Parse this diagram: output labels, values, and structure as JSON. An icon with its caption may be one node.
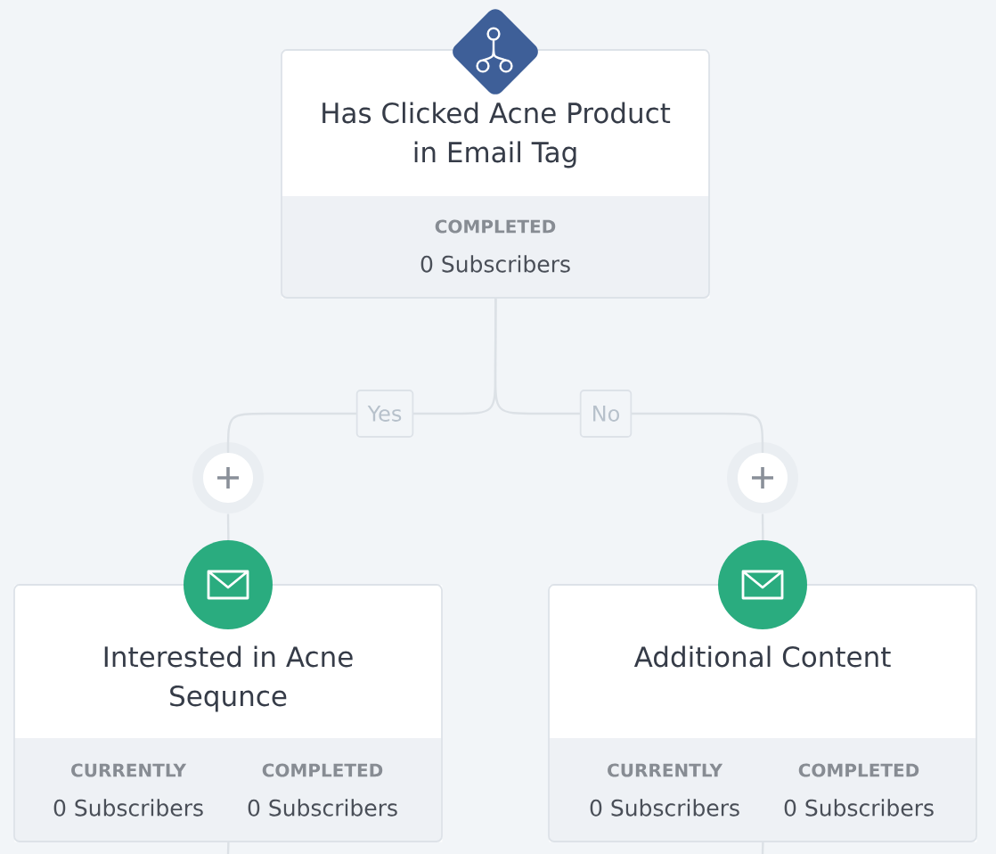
{
  "diagram": {
    "nodes": [
      {
        "text": [
          "Has Clicked Acne Product in Email Tag",
          "COMPLETED",
          "0 Subscribers"
        ]
      },
      {
        "text": [],
        "shape": "circle"
      },
      {
        "text": [],
        "shape": "circle"
      },
      {
        "text": [
          "Interested in Acne Sequnce",
          "CURRENTLY",
          "0 Subscribers",
          "COMPLETED",
          "0 Subscribers"
        ]
      },
      {
        "text": [
          "Additional Content",
          "CURRENTLY",
          "0 Subscribers",
          "COMPLETED",
          "0 Subscribers"
        ]
      }
    ],
    "edges": [
      {
        "from": 0,
        "to": 1,
        "arrow": "none",
        "label": "Yes"
      },
      {
        "from": 0,
        "to": 2,
        "arrow": "none",
        "label": "No"
      },
      {
        "from": 1,
        "to": 3,
        "arrow": "none"
      },
      {
        "from": 2,
        "to": 4,
        "arrow": "none"
      },
      {
        "from": 3,
        "to": null,
        "arrow": "none"
      },
      {
        "from": 4,
        "to": null,
        "arrow": "none"
      }
    ]
  }
}
